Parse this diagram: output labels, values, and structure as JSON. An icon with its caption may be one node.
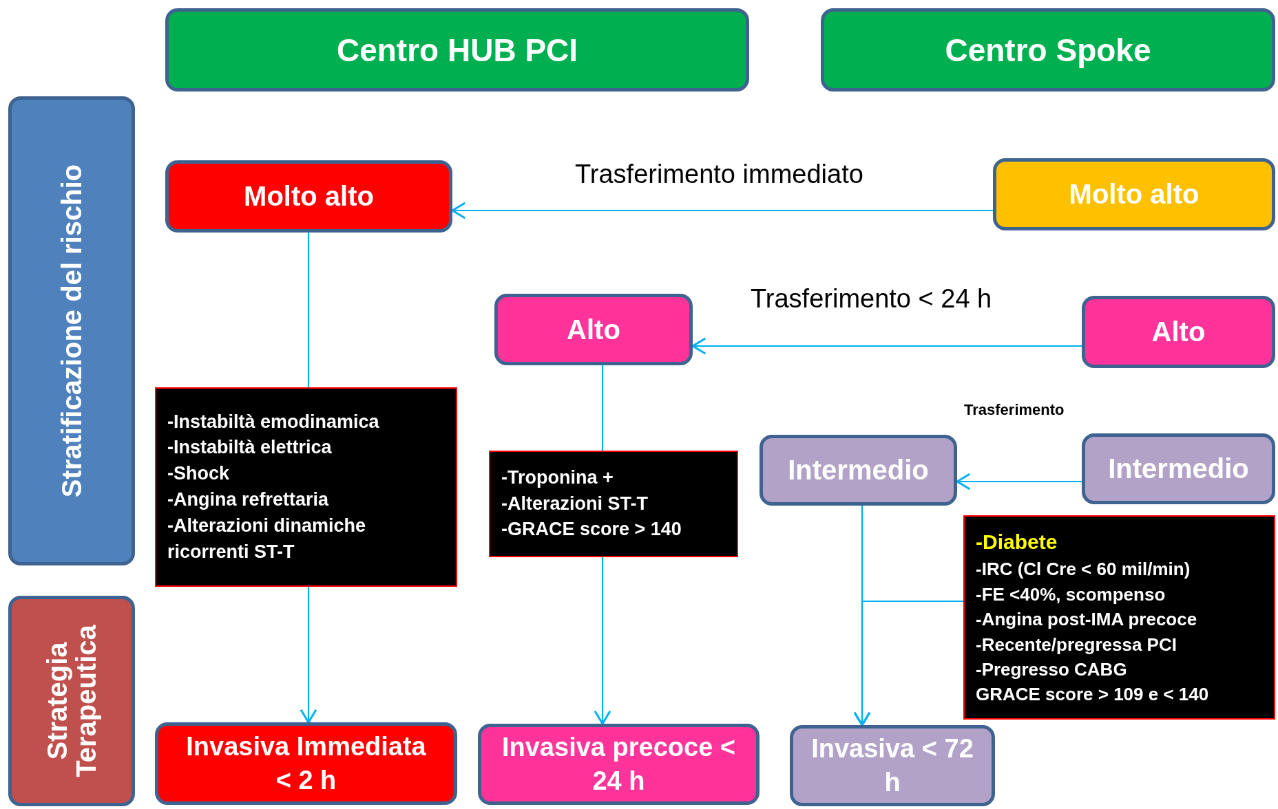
{
  "diagram": {
    "nodes": [
      {
        "text": [
          "Centro HUB PCI"
        ]
      },
      {
        "text": [
          "Centro Spoke"
        ]
      },
      {
        "text": [
          "Stratificazione del rischio"
        ]
      },
      {
        "text": [
          "Strategia Terapeutica"
        ]
      },
      {
        "text": [
          "Molto alto"
        ]
      },
      {
        "text": [
          "Molto alto"
        ]
      },
      {
        "text": [
          "Alto"
        ]
      },
      {
        "text": [
          "Alto"
        ]
      },
      {
        "text": [
          "-Instabiltà emodinamica",
          "-Instabiltà elettrica",
          "-Shock",
          "-Angina refrettaria",
          "-Alterazioni dinamiche ricorrenti ST-T"
        ]
      },
      {
        "text": [
          "-Troponina +",
          "-Alterazioni ST-T",
          "-GRACE score > 140"
        ]
      },
      {
        "text": [
          "Intermedio"
        ]
      },
      {
        "text": [
          "Intermedio"
        ]
      },
      {
        "text": [
          "-Diabete",
          "-IRC (Cl Cre < 60 mil/min)",
          "-FE <40%, scompenso",
          "-Angina post-IMA precoce",
          "-Recente/pregressa PCI",
          "-Pregresso CABG",
          "GRACE score > 109 e < 140"
        ]
      },
      {
        "text": [
          "Invasiva Immediata < 2 h"
        ]
      },
      {
        "text": [
          "Invasiva precoce < 24 h"
        ]
      },
      {
        "text": [
          "Invasiva < 72 h"
        ]
      }
    ],
    "edges": [
      {
        "from": 5,
        "to": 4,
        "arrow": "to",
        "label": "Trasferimento immediato"
      },
      {
        "from": 7,
        "to": 6,
        "arrow": "to",
        "label": "Trasferimento < 24 h"
      },
      {
        "from": 11,
        "to": 10,
        "arrow": "to",
        "label": "Trasferimento"
      },
      {
        "from": 4,
        "to": 8,
        "arrow": "none"
      },
      {
        "from": 8,
        "to": 13,
        "arrow": "to"
      },
      {
        "from": 6,
        "to": 9,
        "arrow": "none"
      },
      {
        "from": 9,
        "to": 14,
        "arrow": "to"
      },
      {
        "from": 10,
        "to": 15,
        "arrow": "to"
      },
      {
        "from": 12,
        "to": 15,
        "arrow": "to"
      }
    ]
  }
}
